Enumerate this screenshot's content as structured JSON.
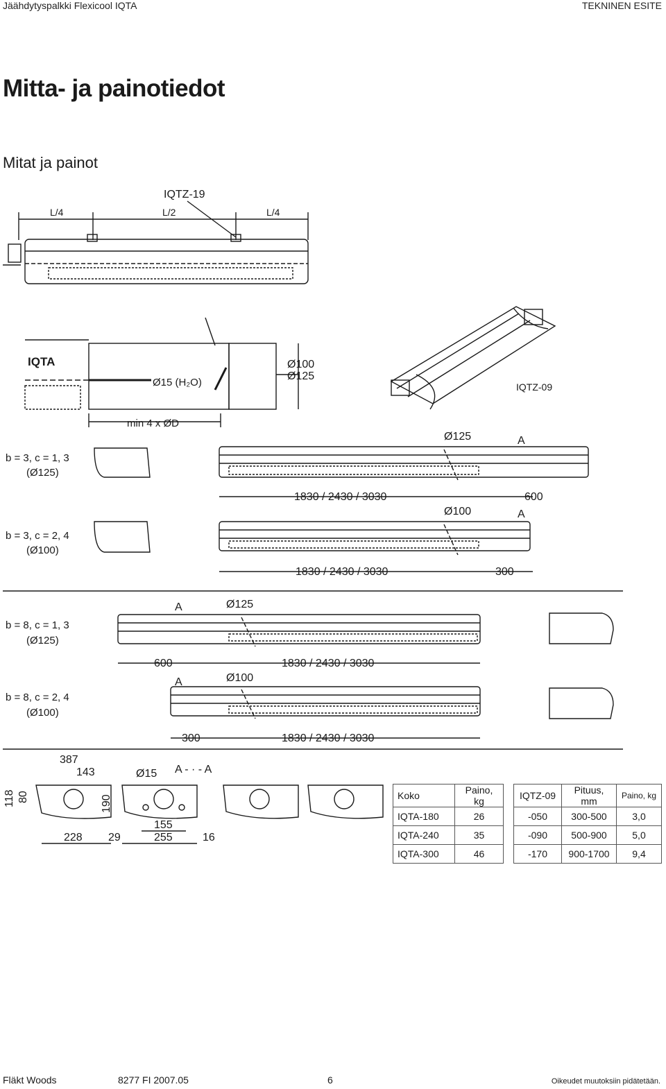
{
  "header": {
    "product": "Jäähdytyspalkki Flexicool IQTA",
    "doc_type": "TEKNINEN ESITE"
  },
  "title": "Mitta- ja painotiedot",
  "subtitle": "Mitat ja painot",
  "drawing_top": {
    "label_iqtz19": "IQTZ-19",
    "dim_l4_left": "L/4",
    "dim_l2": "L/2",
    "dim_l4_right": "L/4"
  },
  "drawing_detail": {
    "iqta": "IQTA",
    "water": "Ø15 (H₂O)",
    "d100": "Ø100",
    "d125": "Ø125",
    "min": "min 4 x ØD",
    "iqtz09": "IQTZ-09"
  },
  "variants_b3": [
    {
      "line1": "b = 3, c = 1, 3",
      "line2": "(Ø125)",
      "duct": "Ø125",
      "len": "1830 / 2430 / 3030",
      "end": "600",
      "sec": "A"
    },
    {
      "line1": "b = 3, c = 2, 4",
      "line2": "(Ø100)",
      "duct": "Ø100",
      "len": "1830 / 2430 / 3030",
      "end": "300",
      "sec": "A"
    }
  ],
  "variants_b8": [
    {
      "line1": "b = 8, c = 1, 3",
      "line2": "(Ø125)",
      "duct": "Ø125",
      "len": "1830 / 2430 / 3030",
      "end": "600",
      "sec": "A"
    },
    {
      "line1": "b = 8, c = 2, 4",
      "line2": "(Ø100)",
      "duct": "Ø100",
      "len": "1830 / 2430 / 3030",
      "end": "300",
      "sec": "A"
    }
  ],
  "section": {
    "d387": "387",
    "d143": "143",
    "d15": "Ø15",
    "aa": "A - · - A",
    "d118": "118",
    "d80": "80",
    "d190": "190",
    "d228": "228",
    "d29": "29",
    "d155": "155",
    "d255": "255",
    "d16": "16"
  },
  "weights_table": {
    "headers": [
      "Koko",
      "Paino, kg"
    ],
    "rows": [
      [
        "IQTA-180",
        "26"
      ],
      [
        "IQTA-240",
        "35"
      ],
      [
        "IQTA-300",
        "46"
      ]
    ]
  },
  "iqtz_table": {
    "headers": [
      "IQTZ-09",
      "Pituus, mm",
      "Paino, kg"
    ],
    "rows": [
      [
        "-050",
        "300-500",
        "3,0"
      ],
      [
        "-090",
        "500-900",
        "5,0"
      ],
      [
        "-170",
        "900-1700",
        "9,4"
      ]
    ]
  },
  "footer": {
    "brand": "Fläkt Woods",
    "code": "8277  FI  2007.05",
    "page": "6",
    "note": "Oikeudet muutoksiin pidätetään."
  }
}
